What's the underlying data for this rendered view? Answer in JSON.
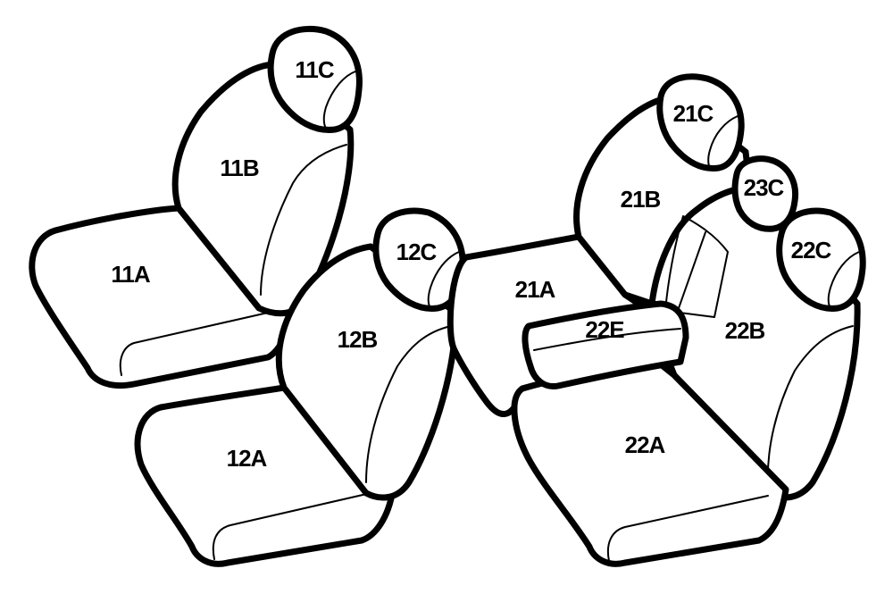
{
  "colors": {
    "outline": "#000000",
    "fill": "#ffffff"
  },
  "labels": {
    "s11A": "11A",
    "s11B": "11B",
    "s11C": "11C",
    "s12A": "12A",
    "s12B": "12B",
    "s12C": "12C",
    "s21A": "21A",
    "s21B": "21B",
    "s21C": "21C",
    "s22A": "22A",
    "s22B": "22B",
    "s22C": "22C",
    "s22E": "22E",
    "s23C": "23C"
  }
}
